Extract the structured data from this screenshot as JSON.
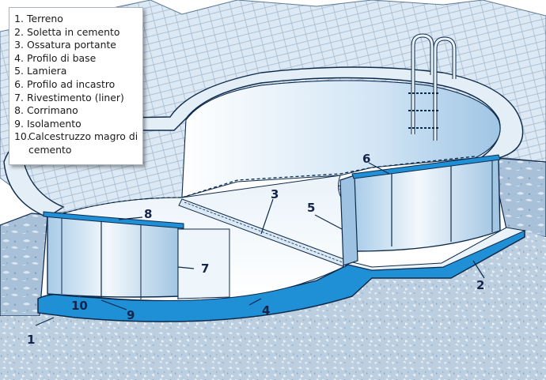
{
  "legend": {
    "items": [
      {
        "num": "1.",
        "label": "Terreno"
      },
      {
        "num": "2.",
        "label": "Soletta in cemento"
      },
      {
        "num": "3.",
        "label": "Ossatura portante"
      },
      {
        "num": "4.",
        "label": "Profilo di base"
      },
      {
        "num": "5.",
        "label": "Lamiera"
      },
      {
        "num": "6.",
        "label": "Profilo ad incastro"
      },
      {
        "num": "7.",
        "label": "Rivestimento (liner)"
      },
      {
        "num": "8.",
        "label": "Corrimano"
      },
      {
        "num": "9.",
        "label": "Isolamento"
      },
      {
        "num": "10.",
        "label": "Calcestruzzo magro di cemento"
      }
    ]
  },
  "callouts": {
    "c1": "1",
    "c2": "2",
    "c3": "3",
    "c4": "4",
    "c5": "5",
    "c6": "6",
    "c7": "7",
    "c8": "8",
    "c9": "9",
    "c10": "10"
  },
  "colors": {
    "paving": "#dbe7f2",
    "concrete_slab": "#1f8fd6",
    "soil": "#b8cde0",
    "liner": "#e9f3fb",
    "outline": "#0e2a4a"
  }
}
